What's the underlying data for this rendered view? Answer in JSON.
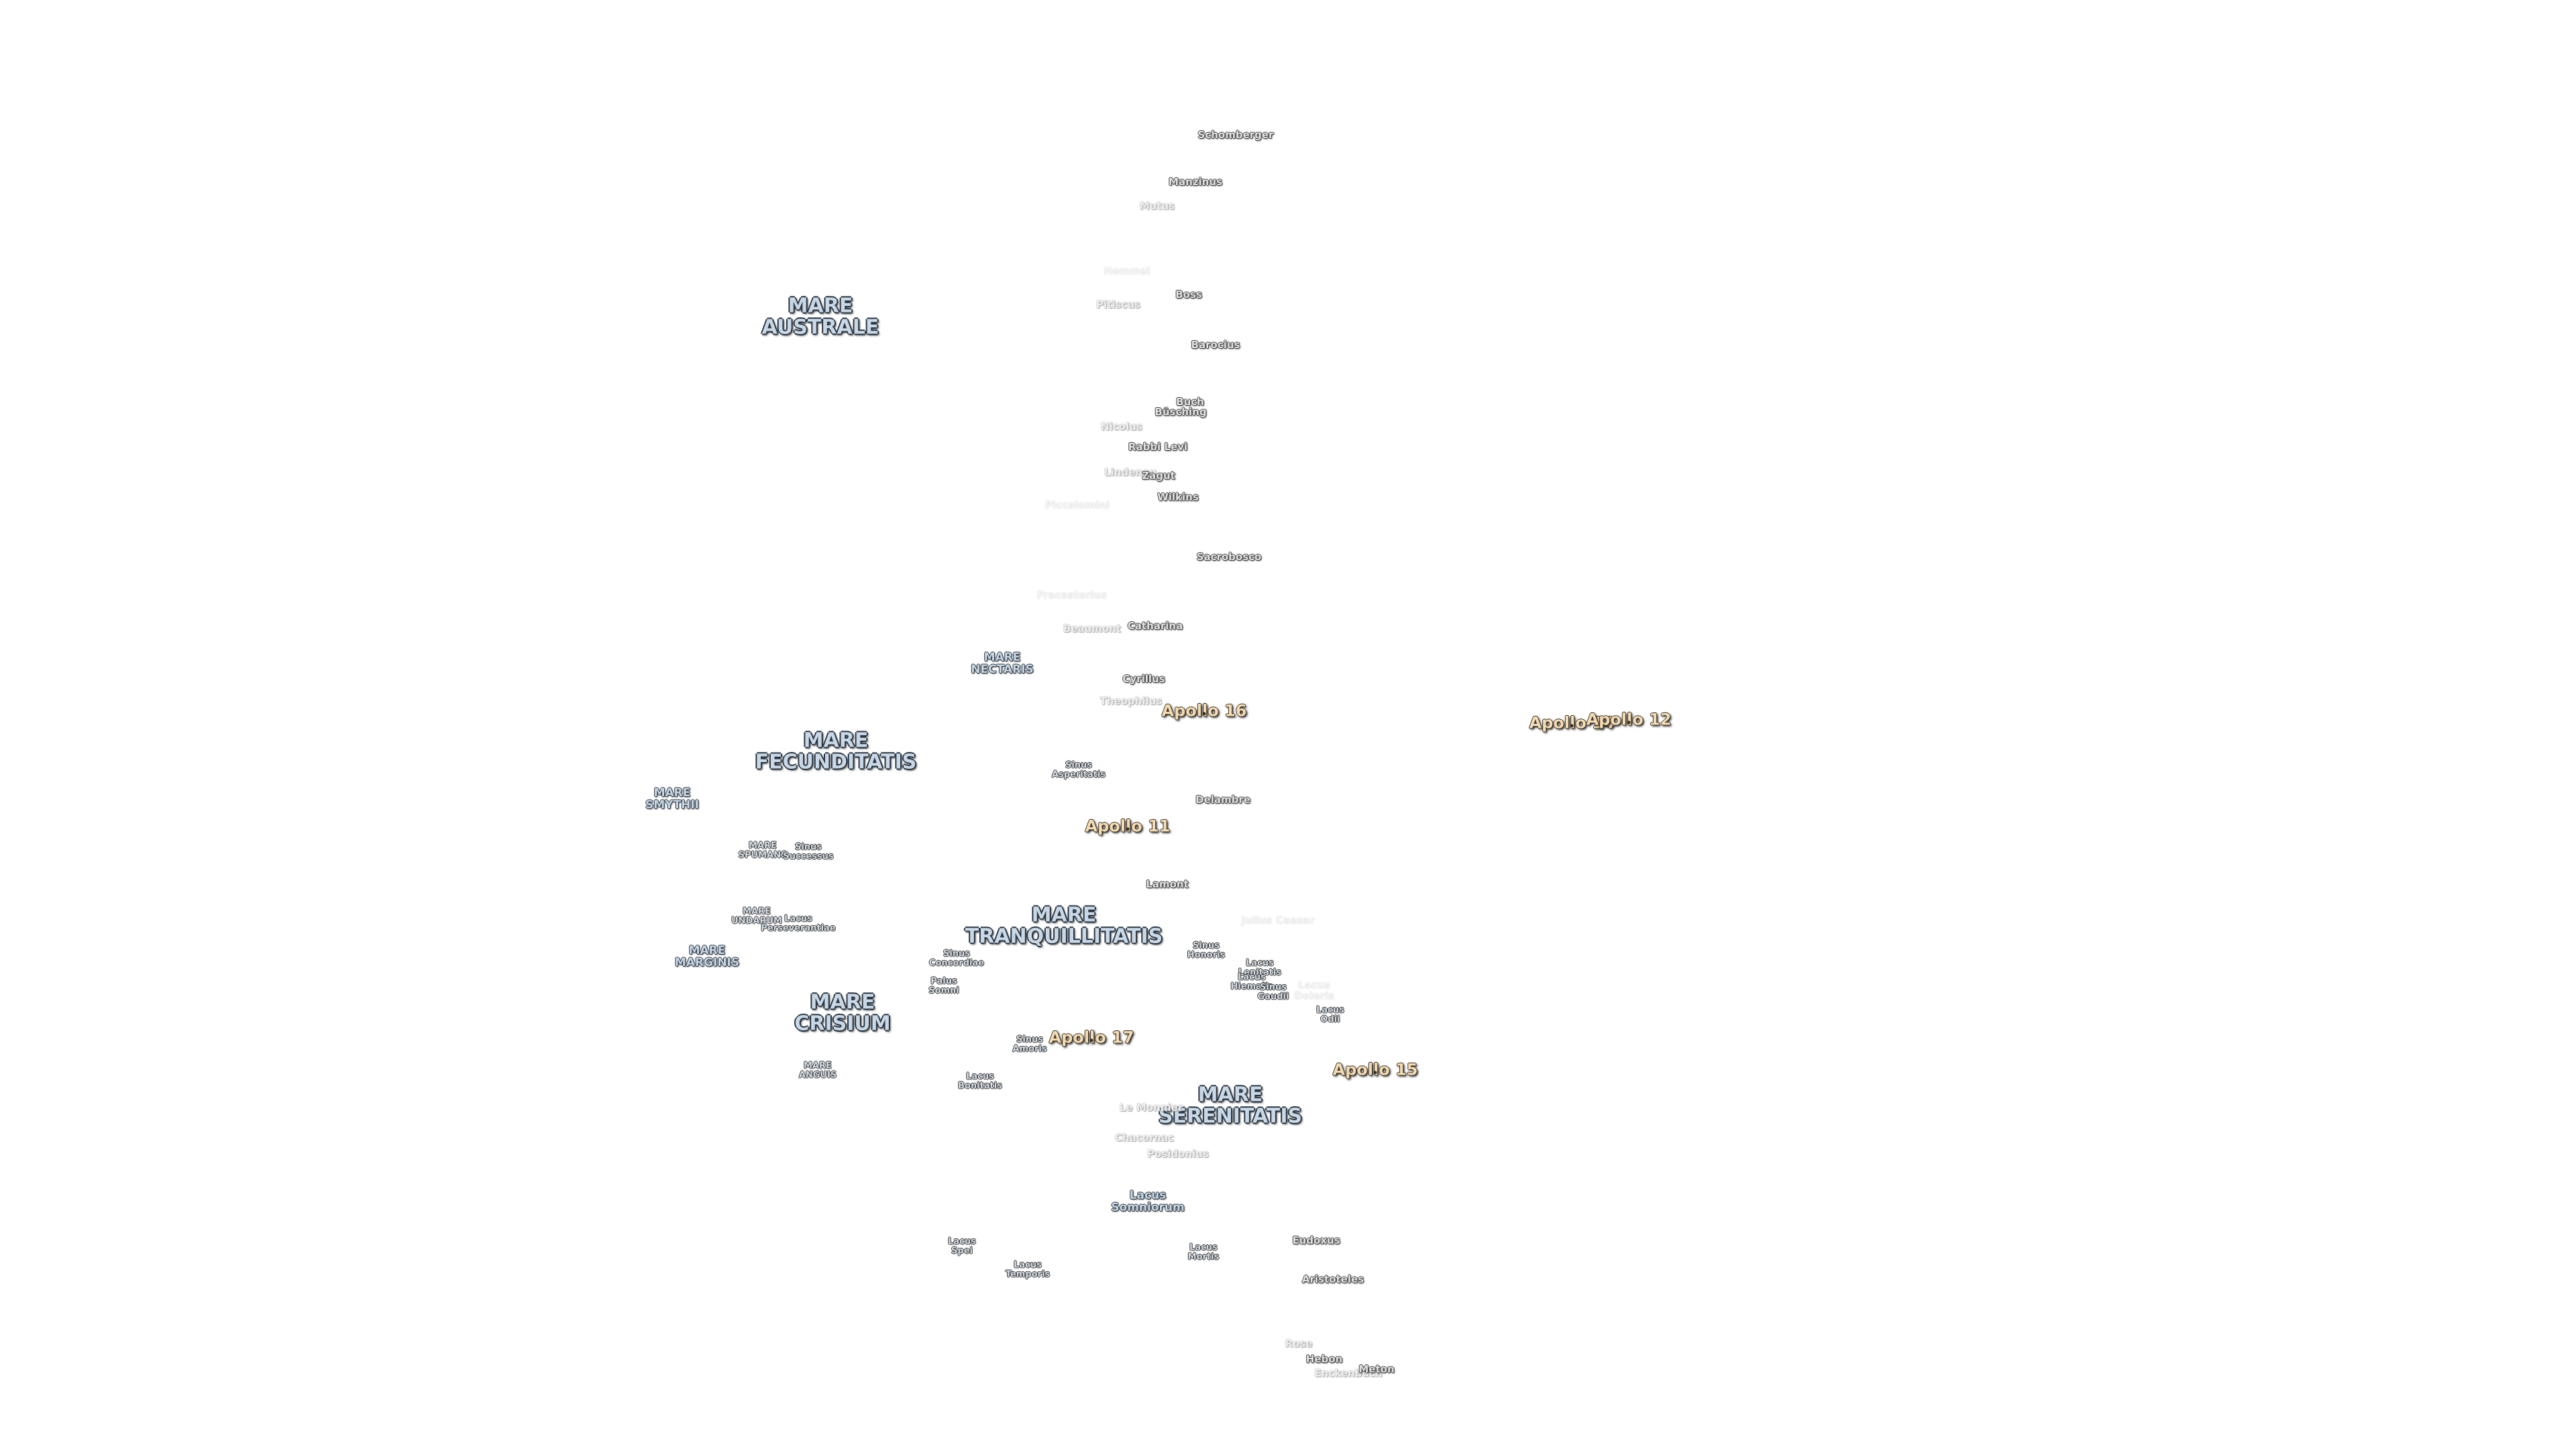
{
  "labels": [
    {
      "text": "Schomberger",
      "kind": "crater"
    },
    {
      "text": "Manzinus",
      "kind": "crater"
    },
    {
      "text": "Mutus",
      "kind": "crater-f"
    },
    {
      "text": "Hommel",
      "kind": "crater-ff"
    },
    {
      "text": "Boss",
      "kind": "crater"
    },
    {
      "text": "Pitiscus",
      "kind": "crater-f"
    },
    {
      "text": "Barocius",
      "kind": "crater"
    },
    {
      "text": "MARE\nAUSTRALE",
      "kind": "mare"
    },
    {
      "text": "Buch",
      "kind": "crater"
    },
    {
      "text": "Büsching",
      "kind": "crater"
    },
    {
      "text": "Nicolus",
      "kind": "crater-f"
    },
    {
      "text": "Rabbi Levi",
      "kind": "crater"
    },
    {
      "text": "Lindenau",
      "kind": "crater-f"
    },
    {
      "text": "Zagut",
      "kind": "crater"
    },
    {
      "text": "Wilkins",
      "kind": "crater"
    },
    {
      "text": "Piccolomini",
      "kind": "crater-ff"
    },
    {
      "text": "Sacrobosco",
      "kind": "crater"
    },
    {
      "text": "Fracastorius",
      "kind": "crater-ff"
    },
    {
      "text": "Beaumont",
      "kind": "crater-f"
    },
    {
      "text": "Catharina",
      "kind": "crater"
    },
    {
      "text": "MARE\nNECTARIS",
      "kind": "mare-s"
    },
    {
      "text": "Cyrillus",
      "kind": "crater"
    },
    {
      "text": "Theophilus",
      "kind": "crater-f"
    },
    {
      "text": "Apollo 16",
      "kind": "apollo"
    },
    {
      "text": "Apollo 14",
      "kind": "apollo"
    },
    {
      "text": "Apollo 12",
      "kind": "apollo"
    },
    {
      "text": "MARE\nFECUNDITATIS",
      "kind": "mare"
    },
    {
      "text": "MARE\nSMYTHII",
      "kind": "mare-s"
    },
    {
      "text": "Sinus\nAsperitatis",
      "kind": "sinus"
    },
    {
      "text": "Delambre",
      "kind": "crater"
    },
    {
      "text": "Apollo 11",
      "kind": "apollo"
    },
    {
      "text": "MARE\nSPUMANS",
      "kind": "sinus"
    },
    {
      "text": "Sinus\nSuccessus",
      "kind": "sinus"
    },
    {
      "text": "Lamont",
      "kind": "crater"
    },
    {
      "text": "MARE\nUNDARUM",
      "kind": "sinus"
    },
    {
      "text": "Lacus\nPerseverantiae",
      "kind": "sinus"
    },
    {
      "text": "MARE\nTRANQUILLITATIS",
      "kind": "mare"
    },
    {
      "text": "Julius Caesar",
      "kind": "crater-ff"
    },
    {
      "text": "Sinus\nHonoris",
      "kind": "sinus"
    },
    {
      "text": "MARE\nMARGINIS",
      "kind": "mare-s"
    },
    {
      "text": "Sinus\nConcordiae",
      "kind": "sinus"
    },
    {
      "text": "Lacus\nLenitatis",
      "kind": "sinus"
    },
    {
      "text": "Lacus\nHiemalis",
      "kind": "sinus"
    },
    {
      "text": "Lacus\nDoloris",
      "kind": "crater-ff"
    },
    {
      "text": "Sinus\nGaudii",
      "kind": "sinus"
    },
    {
      "text": "Lacus\nOdii",
      "kind": "sinus"
    },
    {
      "text": "Palus\nSomni",
      "kind": "sinus"
    },
    {
      "text": "MARE\nCRISIUM",
      "kind": "mare"
    },
    {
      "text": "Sinus\nAmoris",
      "kind": "sinus"
    },
    {
      "text": "Apollo 17",
      "kind": "apollo"
    },
    {
      "text": "Apollo 15",
      "kind": "apollo"
    },
    {
      "text": "MARE\nANGUIS",
      "kind": "sinus"
    },
    {
      "text": "Lacus\nBonitatis",
      "kind": "sinus"
    },
    {
      "text": "MARE\nSERENITATIS",
      "kind": "mare"
    },
    {
      "text": "Le Monnier",
      "kind": "crater-f"
    },
    {
      "text": "Chacornac",
      "kind": "crater-f"
    },
    {
      "text": "Posidonius",
      "kind": "crater-f"
    },
    {
      "text": "Lacus\nSomniorum",
      "kind": "mare-s"
    },
    {
      "text": "Eudoxus",
      "kind": "crater"
    },
    {
      "text": "Lacus\nSpei",
      "kind": "sinus"
    },
    {
      "text": "Lacus\nTemporis",
      "kind": "sinus"
    },
    {
      "text": "Lacus\nMortis",
      "kind": "sinus"
    },
    {
      "text": "Aristoteles",
      "kind": "crater"
    },
    {
      "text": "Rose",
      "kind": "crater-f"
    },
    {
      "text": "Hebon",
      "kind": "crater"
    },
    {
      "text": "Enckenbuch",
      "kind": "crater-f"
    },
    {
      "text": "Meton",
      "kind": "crater"
    }
  ]
}
